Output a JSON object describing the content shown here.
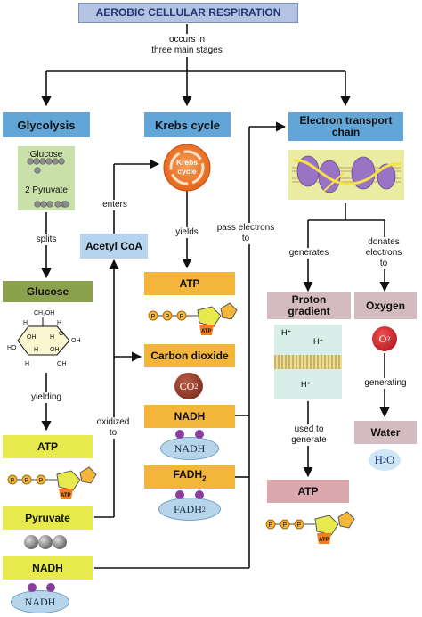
{
  "title": "AEROBIC CELLULAR RESPIRATION",
  "intro_label": [
    "occurs in",
    "three main stages"
  ],
  "stages": {
    "glycolysis": "Glycolysis",
    "krebs": "Krebs cycle",
    "etc": [
      "Electron transport",
      "chain"
    ]
  },
  "glycolysis_panel": {
    "glucose": "Glucose",
    "pyruvate": "2 Pyruvate"
  },
  "krebs_icon": [
    "Krebs",
    "cycle"
  ],
  "labels": {
    "splits": "splits",
    "enters": "enters",
    "yields": "yields",
    "pass_electrons": [
      "pass electrons",
      "to"
    ],
    "yielding": "yielding",
    "oxidized": [
      "oxidized",
      "to"
    ],
    "generates": "generates",
    "donates": [
      "donates",
      "electrons",
      "to"
    ],
    "used_to_generate": [
      "used to",
      "generate"
    ],
    "generating": "generating"
  },
  "boxes": {
    "acetyl_coa": "Acetyl CoA",
    "glucose": "Glucose",
    "atp_glyco": "ATP",
    "pyruvate": "Pyruvate",
    "nadh_glyco": "NADH",
    "atp_krebs": "ATP",
    "carbon_dioxide": "Carbon dioxide",
    "nadh_krebs": "NADH",
    "fadh2": {
      "base": "FADH",
      "sub": "2"
    },
    "proton_gradient": [
      "Proton",
      "gradient"
    ],
    "oxygen": "Oxygen",
    "atp_etc": "ATP",
    "water": "Water"
  },
  "molecules": {
    "co2": {
      "base": "CO",
      "sub": "2"
    },
    "nadh": "NADH",
    "fadh2": {
      "base": "FADH",
      "sub": "2"
    },
    "o2": {
      "base": "O",
      "sub": "2"
    },
    "h2o": {
      "h": "H",
      "sub": "2",
      "o": "O"
    },
    "atp_badge": "ATP",
    "phosphate": "P"
  },
  "glucose_atoms": {
    "ch2oh": "CH₂OH",
    "h": "H",
    "oh": "OH",
    "ho": "HO",
    "o": "O"
  },
  "proton_labels": [
    "H⁺",
    "H⁺",
    "H⁺"
  ],
  "colors": {
    "title_bg": "#b4c3e1",
    "stage_blue": "#62a6d8",
    "glucose_green": "#8aa24c",
    "atp_yellow": "#e6ea4c",
    "krebs_orange": "#f3b53a",
    "gradient_pink": "#dba8ad",
    "oxygen_red": "#d9232e",
    "nadh_oval": "#b7d5ea",
    "nadh_dot": "#8a3f9d"
  }
}
